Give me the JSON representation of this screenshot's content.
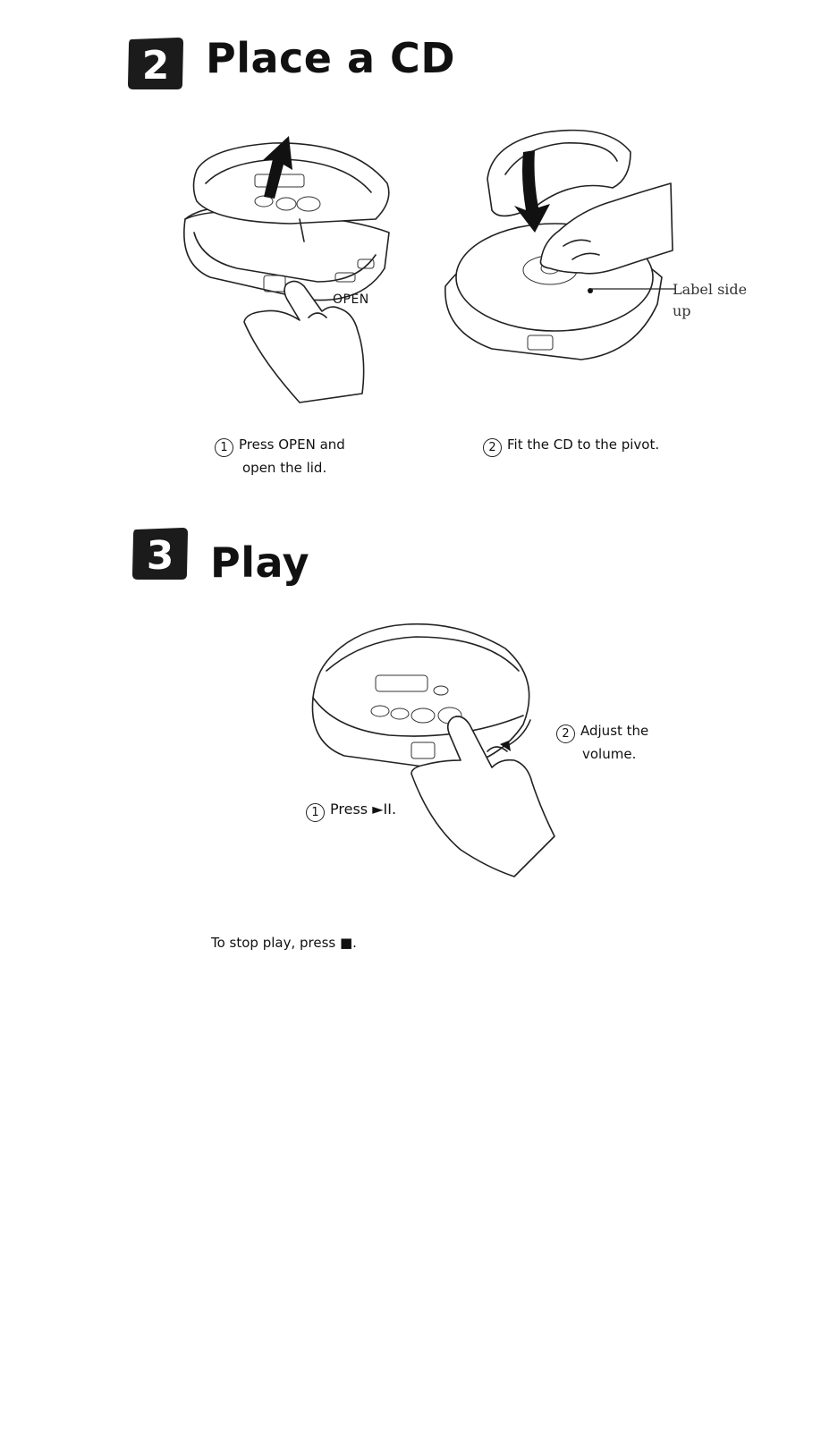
{
  "section_place": {
    "number": "2",
    "title": "Place a CD",
    "step1": {
      "num": "1",
      "line1": "Press OPEN and",
      "line2": "open the lid."
    },
    "step2": {
      "num": "2",
      "text": "Fit the CD to the pivot."
    },
    "open_label": "OPEN",
    "label_side_line1": "Label side",
    "label_side_line2": "up"
  },
  "section_play": {
    "number": "3",
    "title": "Play",
    "step1": {
      "num": "1",
      "text": "Press ►II."
    },
    "step2": {
      "num": "2",
      "line1": "Adjust the",
      "line2": "volume."
    },
    "stop_note": "To stop play, press ■."
  },
  "icons": [
    "step-number-2-icon",
    "step-number-3-icon",
    "hand-icon",
    "cd-player-icon",
    "arrow-up-icon",
    "arrow-down-icon"
  ]
}
